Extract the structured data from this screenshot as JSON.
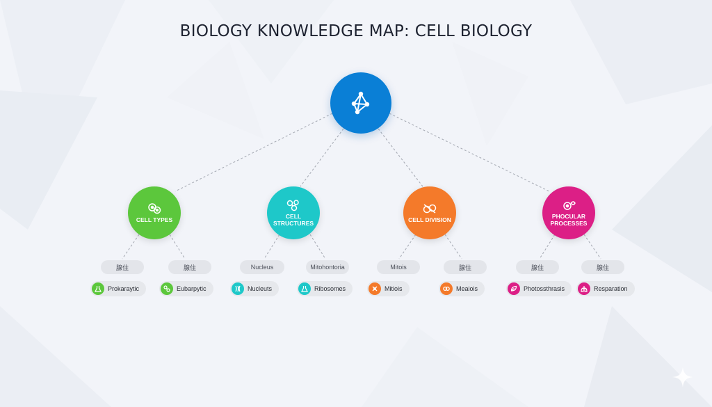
{
  "title": "BIOLOGY KNOWLEDGE MAP: CELL BIOLOGY",
  "root": {
    "icon": "network-molecule-icon"
  },
  "categories": [
    {
      "label": "CELL TYPES",
      "color": "#5cc73c",
      "icon": "cells-icon",
      "subtopics": [
        "腺住",
        "腺住"
      ],
      "leaves": [
        {
          "label": "Prokaraytic",
          "icon": "flask-icon"
        },
        {
          "label": "Eubarpytic",
          "icon": "molecule-icon"
        }
      ]
    },
    {
      "label": "CELL STRUCTURES",
      "color": "#1ec8c9",
      "icon": "organelles-icon",
      "subtopics": [
        "Nucleus",
        "Mitohontoria"
      ],
      "leaves": [
        {
          "label": "Nucleuts",
          "icon": "chromosome-icon"
        },
        {
          "label": "Ribosomes",
          "icon": "flask-icon"
        }
      ]
    },
    {
      "label": "CELL DIVISION",
      "color": "#f47a2a",
      "icon": "dividing-cell-icon",
      "subtopics": [
        "Mitois",
        "腺住"
      ],
      "leaves": [
        {
          "label": "Mitiois",
          "icon": "chromosome-icon"
        },
        {
          "label": "Meaiois",
          "icon": "split-cell-icon"
        }
      ]
    },
    {
      "label": "PHOCULAR\nPROCESSES",
      "color": "#dc1f86",
      "icon": "process-icon",
      "subtopics": [
        "腺住",
        "腺住"
      ],
      "leaves": [
        {
          "label": "Photossthrasis",
          "icon": "leaf-cycle-icon"
        },
        {
          "label": "Resparation",
          "icon": "lungs-icon"
        }
      ]
    }
  ]
}
